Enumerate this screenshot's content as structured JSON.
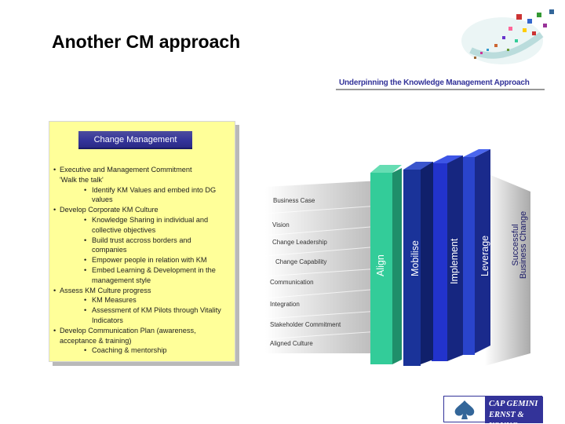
{
  "slide": {
    "title": "Another CM approach",
    "subtitle": "Underpinning the Knowledge Management Approach"
  },
  "change_management": {
    "header": "Change Management",
    "bullets": [
      {
        "level": 1,
        "marker": "•",
        "text": "Executive and Management Commitment"
      },
      {
        "level": 1,
        "marker": "",
        "text": "'Walk the talk'"
      },
      {
        "level": 2,
        "marker": "•",
        "text": "Identify KM Values and embed into DG values"
      },
      {
        "level": 1,
        "marker": "•",
        "text": "Develop Corporate KM Culture"
      },
      {
        "level": 2,
        "marker": "•",
        "text": "Knowledge Sharing in individual and collective objectives"
      },
      {
        "level": 2,
        "marker": "•",
        "text": "Build trust accross borders and companies"
      },
      {
        "level": 2,
        "marker": "•",
        "text": "Empower people in relation with KM"
      },
      {
        "level": 2,
        "marker": "•",
        "text": "Embed Learning & Development in the management style"
      },
      {
        "level": 1,
        "marker": "•",
        "text": "Assess KM Culture progress"
      },
      {
        "level": 2,
        "marker": "•",
        "text": "KM Measures"
      },
      {
        "level": 2,
        "marker": "•",
        "text": "Assessment of KM Pilots through Vitality Indicators"
      },
      {
        "level": 1,
        "marker": "•",
        "text": "Develop Communication Plan (awareness, acceptance & training)"
      },
      {
        "level": 2,
        "marker": "•",
        "text": "Coaching & mentorship"
      }
    ]
  },
  "staircase": {
    "steps": [
      "Business Case",
      "Vision",
      "Change Leadership",
      "Change Capability",
      "Communication",
      "Integration",
      "Stakeholder Commitment",
      "Aligned Culture"
    ]
  },
  "phases": {
    "items": [
      {
        "label": "Align",
        "color": "#33cc99"
      },
      {
        "label": "Mobilise",
        "color": "#1a3399"
      },
      {
        "label": "Implement",
        "color": "#2233cc"
      },
      {
        "label": "Leverage",
        "color": "#2a44cc"
      }
    ],
    "result_line1": "Successful",
    "result_line2": "Business Change"
  },
  "logo": {
    "line1": "CAP GEMINI",
    "line2": "ERNST & YOUNG"
  },
  "colors": {
    "navy": "#333399",
    "panel": "#ffff99",
    "teal": "#33cc99"
  }
}
